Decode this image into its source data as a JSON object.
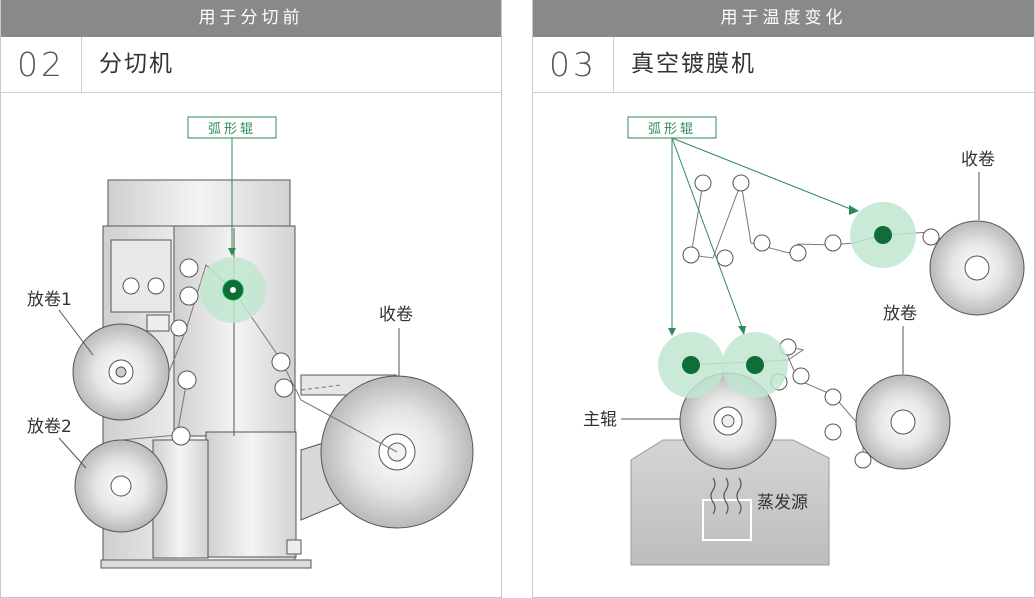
{
  "panels": [
    {
      "topbar": "用于分切前",
      "number": "02",
      "title": "分切机",
      "labels": {
        "tag": "弧形辊",
        "unwind1": "放卷1",
        "unwind2": "放卷2",
        "rewind": "收卷"
      }
    },
    {
      "topbar": "用于温度变化",
      "number": "03",
      "title": "真空镀膜机",
      "labels": {
        "tag": "弧形辊",
        "rewind": "收卷",
        "unwind": "放卷",
        "main_roller": "主辊",
        "evaporation": "蒸发源"
      }
    }
  ],
  "colors": {
    "header_bar": "#898989",
    "accent_green": "#2e8b57",
    "highlight_green": "#bfe6cf",
    "roller_dark_green": "#0f6e38"
  }
}
